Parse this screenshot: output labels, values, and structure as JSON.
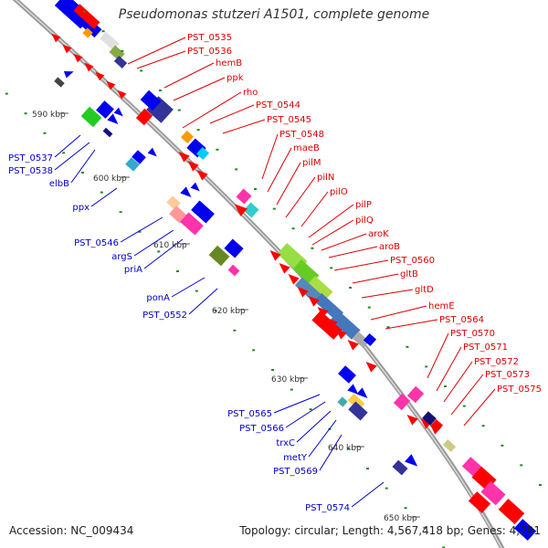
{
  "title": "Pseudomonas stutzeri A1501, complete genome",
  "footer": {
    "accession": "Accession: NC_009434",
    "summary": "Topology: circular; Length: 4,567,418 bp; Genes: 4,201"
  },
  "colors": {
    "backbone": "#999999",
    "forward_label": "#dd0000",
    "reverse_label": "#0000cc",
    "tick": "#228822"
  },
  "ticks": [
    {
      "label": "590 kbp"
    },
    {
      "label": "600 kbp"
    },
    {
      "label": "610 kbp"
    },
    {
      "label": "620 kbp"
    },
    {
      "label": "630 kbp"
    },
    {
      "label": "640 kbp"
    },
    {
      "label": "650 kbp"
    }
  ],
  "forward_labels": [
    "PST_0535",
    "PST_0536",
    "hemB",
    "ppk",
    "rho",
    "PST_0544",
    "PST_0545",
    "PST_0548",
    "maeB",
    "pilM",
    "pilN",
    "pilO",
    "pilP",
    "pilQ",
    "aroK",
    "aroB",
    "PST_0560",
    "gltB",
    "gltD",
    "hemE",
    "PST_0564",
    "PST_0570",
    "PST_0571",
    "PST_0572",
    "PST_0573",
    "PST_0575"
  ],
  "reverse_labels": [
    "PST_0537",
    "PST_0538",
    "elbB",
    "ppx",
    "PST_0546",
    "argS",
    "priA",
    "ponA",
    "PST_0552",
    "PST_0565",
    "PST_0566",
    "trxC",
    "metY",
    "PST_0569",
    "PST_0574"
  ]
}
